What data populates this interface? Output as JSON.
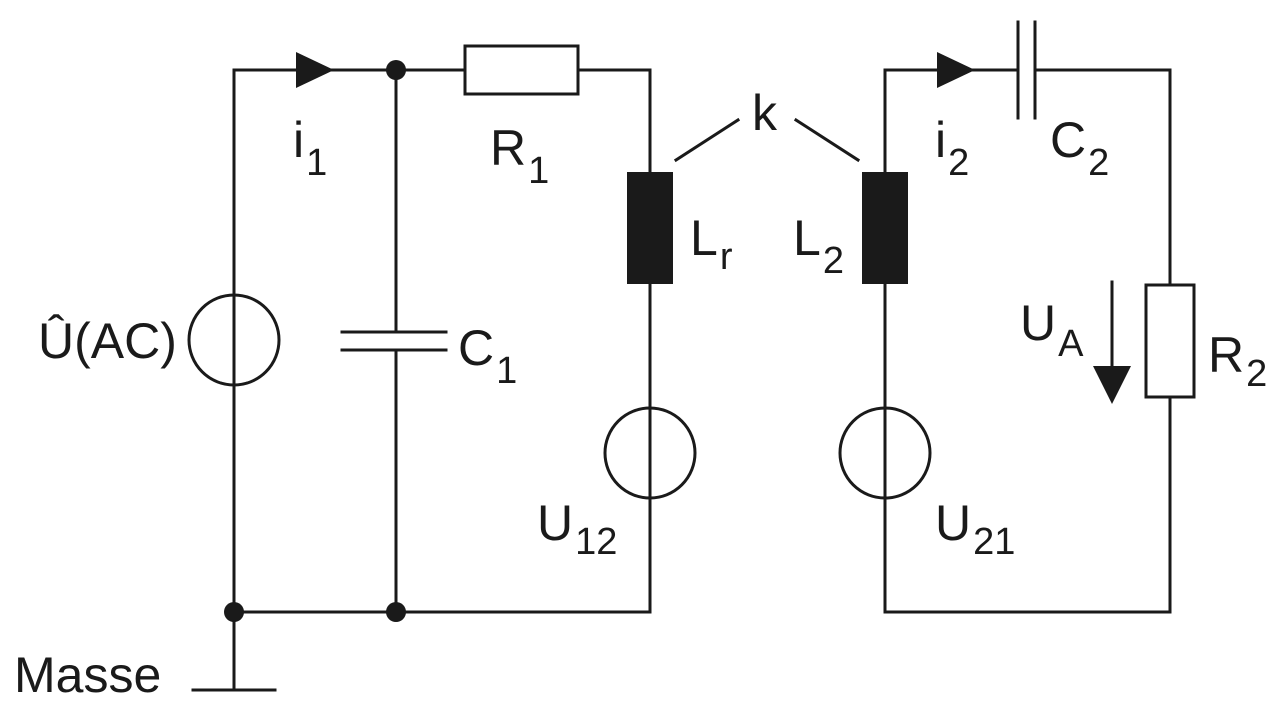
{
  "labels": {
    "i1_main": "i",
    "i1_sub": "1",
    "R1_main": "R",
    "R1_sub": "1",
    "k": "k",
    "Lr_main": "L",
    "Lr_sub": "r",
    "L2_main": "L",
    "L2_sub": "2",
    "i2_main": "i",
    "i2_sub": "2",
    "C2_main": "C",
    "C2_sub": "2",
    "U_AC": "Û(AC)",
    "C1_main": "C",
    "C1_sub": "1",
    "U12_main": "U",
    "U12_sub": "12",
    "U21_main": "U",
    "U21_sub": "21",
    "UA_main": "U",
    "UA_sub": "A",
    "R2_main": "R",
    "R2_sub": "2",
    "masse": "Masse"
  }
}
